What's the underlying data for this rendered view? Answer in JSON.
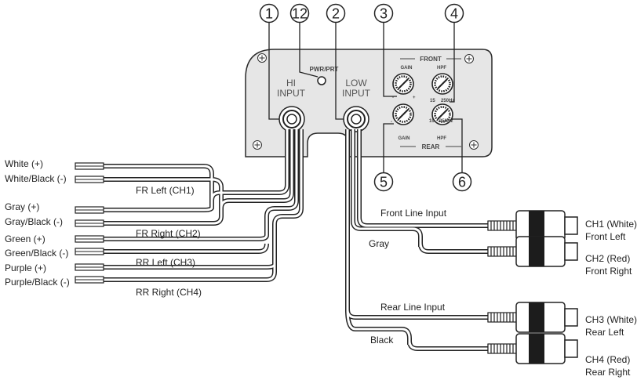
{
  "callouts": [
    "1",
    "12",
    "2",
    "3",
    "4",
    "5",
    "6"
  ],
  "panel": {
    "hi_line1": "HI",
    "hi_line2": "INPUT",
    "low_line1": "LOW",
    "low_line2": "INPUT",
    "pwr_label": "PWR/PRT",
    "front_label": "FRONT",
    "rear_label": "REAR",
    "gain_label": "GAIN",
    "hpf_label": "HPF",
    "hpf_min": "15",
    "hpf_max": "250Hz",
    "gain_minus": "-",
    "gain_plus": "+"
  },
  "speaker_wires": [
    {
      "pos": "White (+)",
      "neg": "White/Black (-)",
      "label": "FR Left (CH1)"
    },
    {
      "pos": "Gray (+)",
      "neg": "Gray/Black (-)",
      "label": "FR Right (CH2)"
    },
    {
      "pos": "Green (+)",
      "neg": "Green/Black (-)",
      "label": "RR Left (CH3)"
    },
    {
      "pos": "Purple (+)",
      "neg": "Purple/Black (-)",
      "label": "RR Right (CH4)"
    }
  ],
  "line_input": {
    "front_title": "Front Line Input",
    "front_cable": "Gray",
    "rear_title": "Rear Line Input",
    "rear_cable": "Black",
    "rca": [
      {
        "line1": "CH1 (White)",
        "line2": "Front Left"
      },
      {
        "line1": "CH2 (Red)",
        "line2": "Front Right"
      },
      {
        "line1": "CH3 (White)",
        "line2": "Rear Left"
      },
      {
        "line1": "CH4 (Red)",
        "line2": "Rear Right"
      }
    ]
  }
}
